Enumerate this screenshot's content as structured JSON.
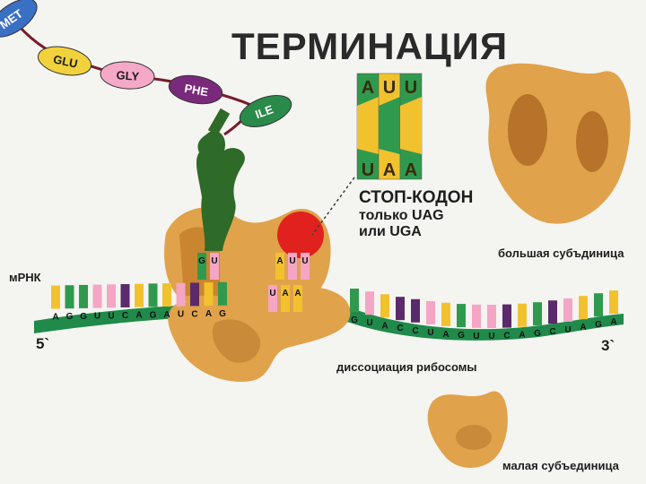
{
  "title": "ТЕРМИНАЦИЯ",
  "amino_acids": [
    "MET",
    "GLU",
    "GLY",
    "PHE",
    "ILE"
  ],
  "stop_codon": {
    "top": [
      "A",
      "U",
      "U"
    ],
    "bottom": [
      "U",
      "A",
      "A"
    ],
    "label": "СТОП-КОДОН",
    "note_line1": "только UAG",
    "note_line2": "или UGA"
  },
  "labels": {
    "mrna": "мРНК",
    "five_prime": "5`",
    "three_prime": "3`",
    "large_subunit": "большая субъдиница",
    "small_subunit": "малая субъединица",
    "dissociation": "диссоциация рибосомы"
  },
  "trna_codons": {
    "left_anticodon": [
      "G",
      "U"
    ],
    "right_anticodon": [
      "A",
      "U",
      "U"
    ],
    "right_codon": [
      "U",
      "A",
      "A"
    ]
  },
  "mrna_left": [
    "A",
    "G",
    "G",
    "U",
    "U",
    "C",
    "A",
    "G",
    "A",
    "U",
    "C",
    "A",
    "G"
  ],
  "mrna_right": [
    "G",
    "U",
    "A",
    "C",
    "C",
    "U",
    "A",
    "G",
    "U",
    "U",
    "C",
    "A",
    "G",
    "C",
    "U",
    "A",
    "G",
    "A"
  ],
  "colors": {
    "background": "#f4f4f1",
    "ribosome": "#e0a24a",
    "ribosome_shadow": "#b8732a",
    "strand": "#1f8a4a",
    "release_factor": "#e0211d",
    "base_yellow": "#f2c12e",
    "base_pink": "#f4a6c4",
    "base_green": "#2f9a4e",
    "base_purple": "#5a2a6a",
    "amino_met": "#3a70c4",
    "amino_glu": "#f2d23c",
    "amino_gly": "#f6a8c8",
    "amino_phe": "#7a2a7a",
    "amino_ile": "#2a8a4a",
    "trna": "#2e6a28"
  }
}
